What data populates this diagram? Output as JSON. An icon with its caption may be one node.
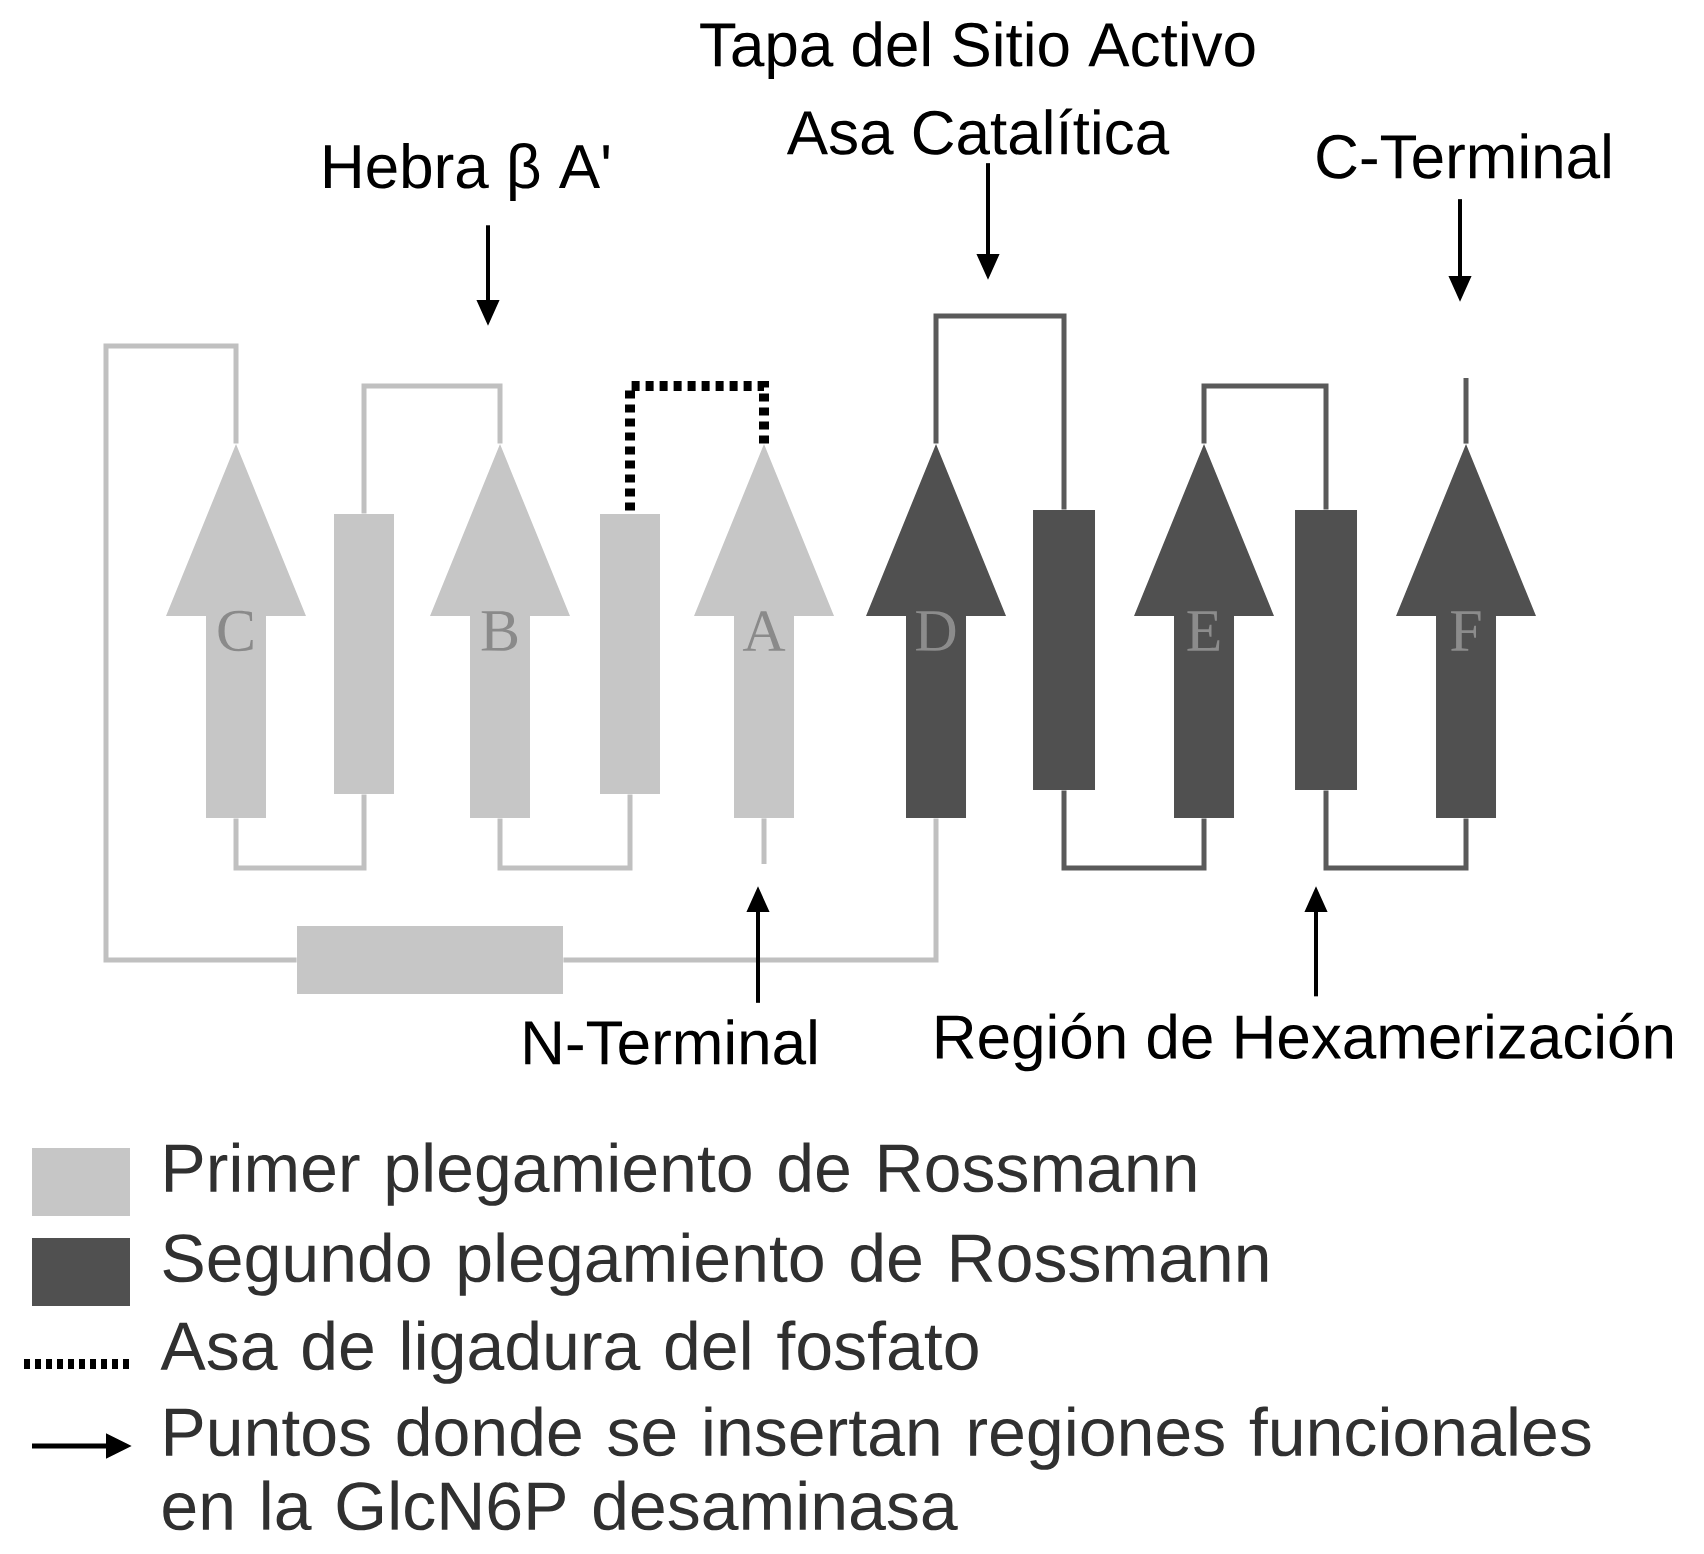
{
  "diagram": {
    "nodes": [
      {
        "text": [
          "Hebra β A'"
        ]
      },
      {
        "text": [
          "Tapa del Sitio Activo",
          "Asa Catalítica"
        ]
      },
      {
        "text": [
          "C-Terminal"
        ]
      },
      {
        "text": [
          "N-Terminal"
        ]
      },
      {
        "text": [
          "Región de Hexamerización"
        ]
      },
      {
        "text": [
          "C"
        ]
      },
      {
        "text": [
          "B"
        ]
      },
      {
        "text": [
          "A"
        ]
      },
      {
        "text": [
          "D"
        ]
      },
      {
        "text": [
          "E"
        ]
      },
      {
        "text": [
          "F"
        ]
      },
      {
        "text": [],
        "shape": "bar"
      },
      {
        "text": [],
        "shape": "bar"
      },
      {
        "text": [],
        "shape": "bar"
      },
      {
        "text": [],
        "shape": "bar"
      },
      {
        "text": [],
        "shape": "bar"
      }
    ],
    "edges": [
      {
        "from": 7,
        "to": 12,
        "arrow": "none",
        "style": "dashed",
        "color": "#000000"
      },
      {
        "from": 12,
        "to": 6,
        "arrow": "none",
        "color": "#c0c0c0"
      },
      {
        "from": 6,
        "to": 11,
        "arrow": "none",
        "color": "#c0c0c0"
      },
      {
        "from": 11,
        "to": 5,
        "arrow": "none",
        "color": "#c0c0c0"
      },
      {
        "from": 5,
        "to": 13,
        "arrow": "none",
        "color": "#c0c0c0"
      },
      {
        "from": 13,
        "to": 8,
        "arrow": "none",
        "color": "#c0c0c0"
      },
      {
        "from": 8,
        "to": 14,
        "arrow": "none",
        "color": "#5a5a5a"
      },
      {
        "from": 14,
        "to": 9,
        "arrow": "none",
        "color": "#5a5a5a"
      },
      {
        "from": 9,
        "to": 15,
        "arrow": "none",
        "color": "#5a5a5a"
      },
      {
        "from": 15,
        "to": 10,
        "arrow": "none",
        "color": "#5a5a5a"
      },
      {
        "from": 7,
        "to": null,
        "arrow": "none",
        "color": "#c0c0c0"
      },
      {
        "from": 10,
        "to": null,
        "arrow": "none",
        "color": "#5a5a5a"
      },
      {
        "from": 0,
        "to": null,
        "arrow": "to",
        "color": "#000000"
      },
      {
        "from": 1,
        "to": null,
        "arrow": "to",
        "color": "#000000"
      },
      {
        "from": 2,
        "to": null,
        "arrow": "to",
        "color": "#000000"
      },
      {
        "from": 3,
        "to": null,
        "arrow": "to",
        "color": "#000000"
      },
      {
        "from": 4,
        "to": null,
        "arrow": "to",
        "color": "#000000"
      }
    ],
    "legend": [
      {
        "text": "Primer plegamiento de Rossmann",
        "color": "#c6c6c6"
      },
      {
        "text": "Segundo plegamiento de Rossmann",
        "color": "#505050"
      },
      {
        "text": "Asa de ligadura del fosfato"
      },
      {
        "text": "Puntos donde se insertan regiones funcionales en la GlcN6P desaminasa"
      }
    ]
  }
}
